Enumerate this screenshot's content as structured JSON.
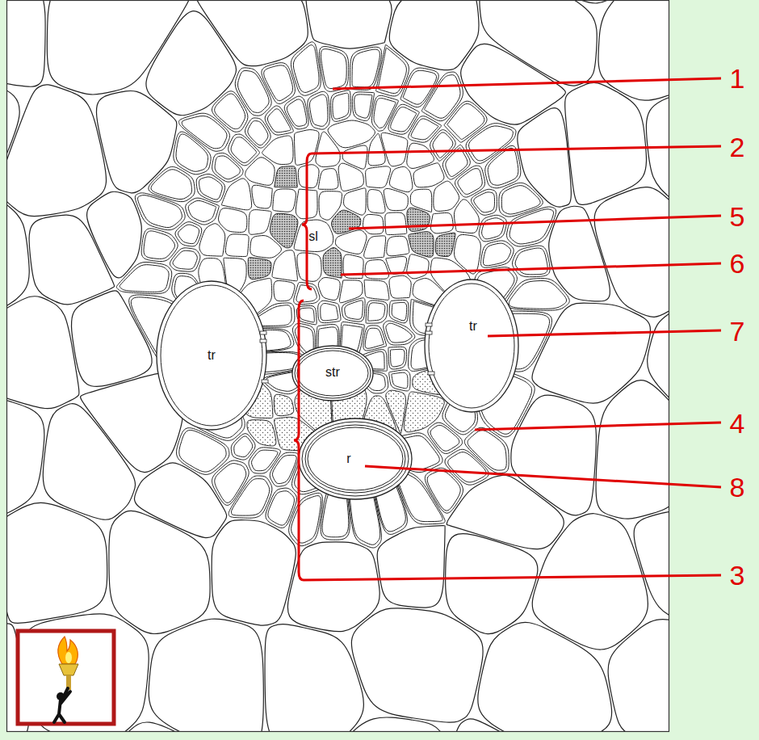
{
  "diagram": {
    "labels": [
      "1",
      "2",
      "5",
      "6",
      "7",
      "4",
      "8",
      "3",
      "sl",
      "tr",
      "tr",
      "str",
      "r"
    ]
  }
}
